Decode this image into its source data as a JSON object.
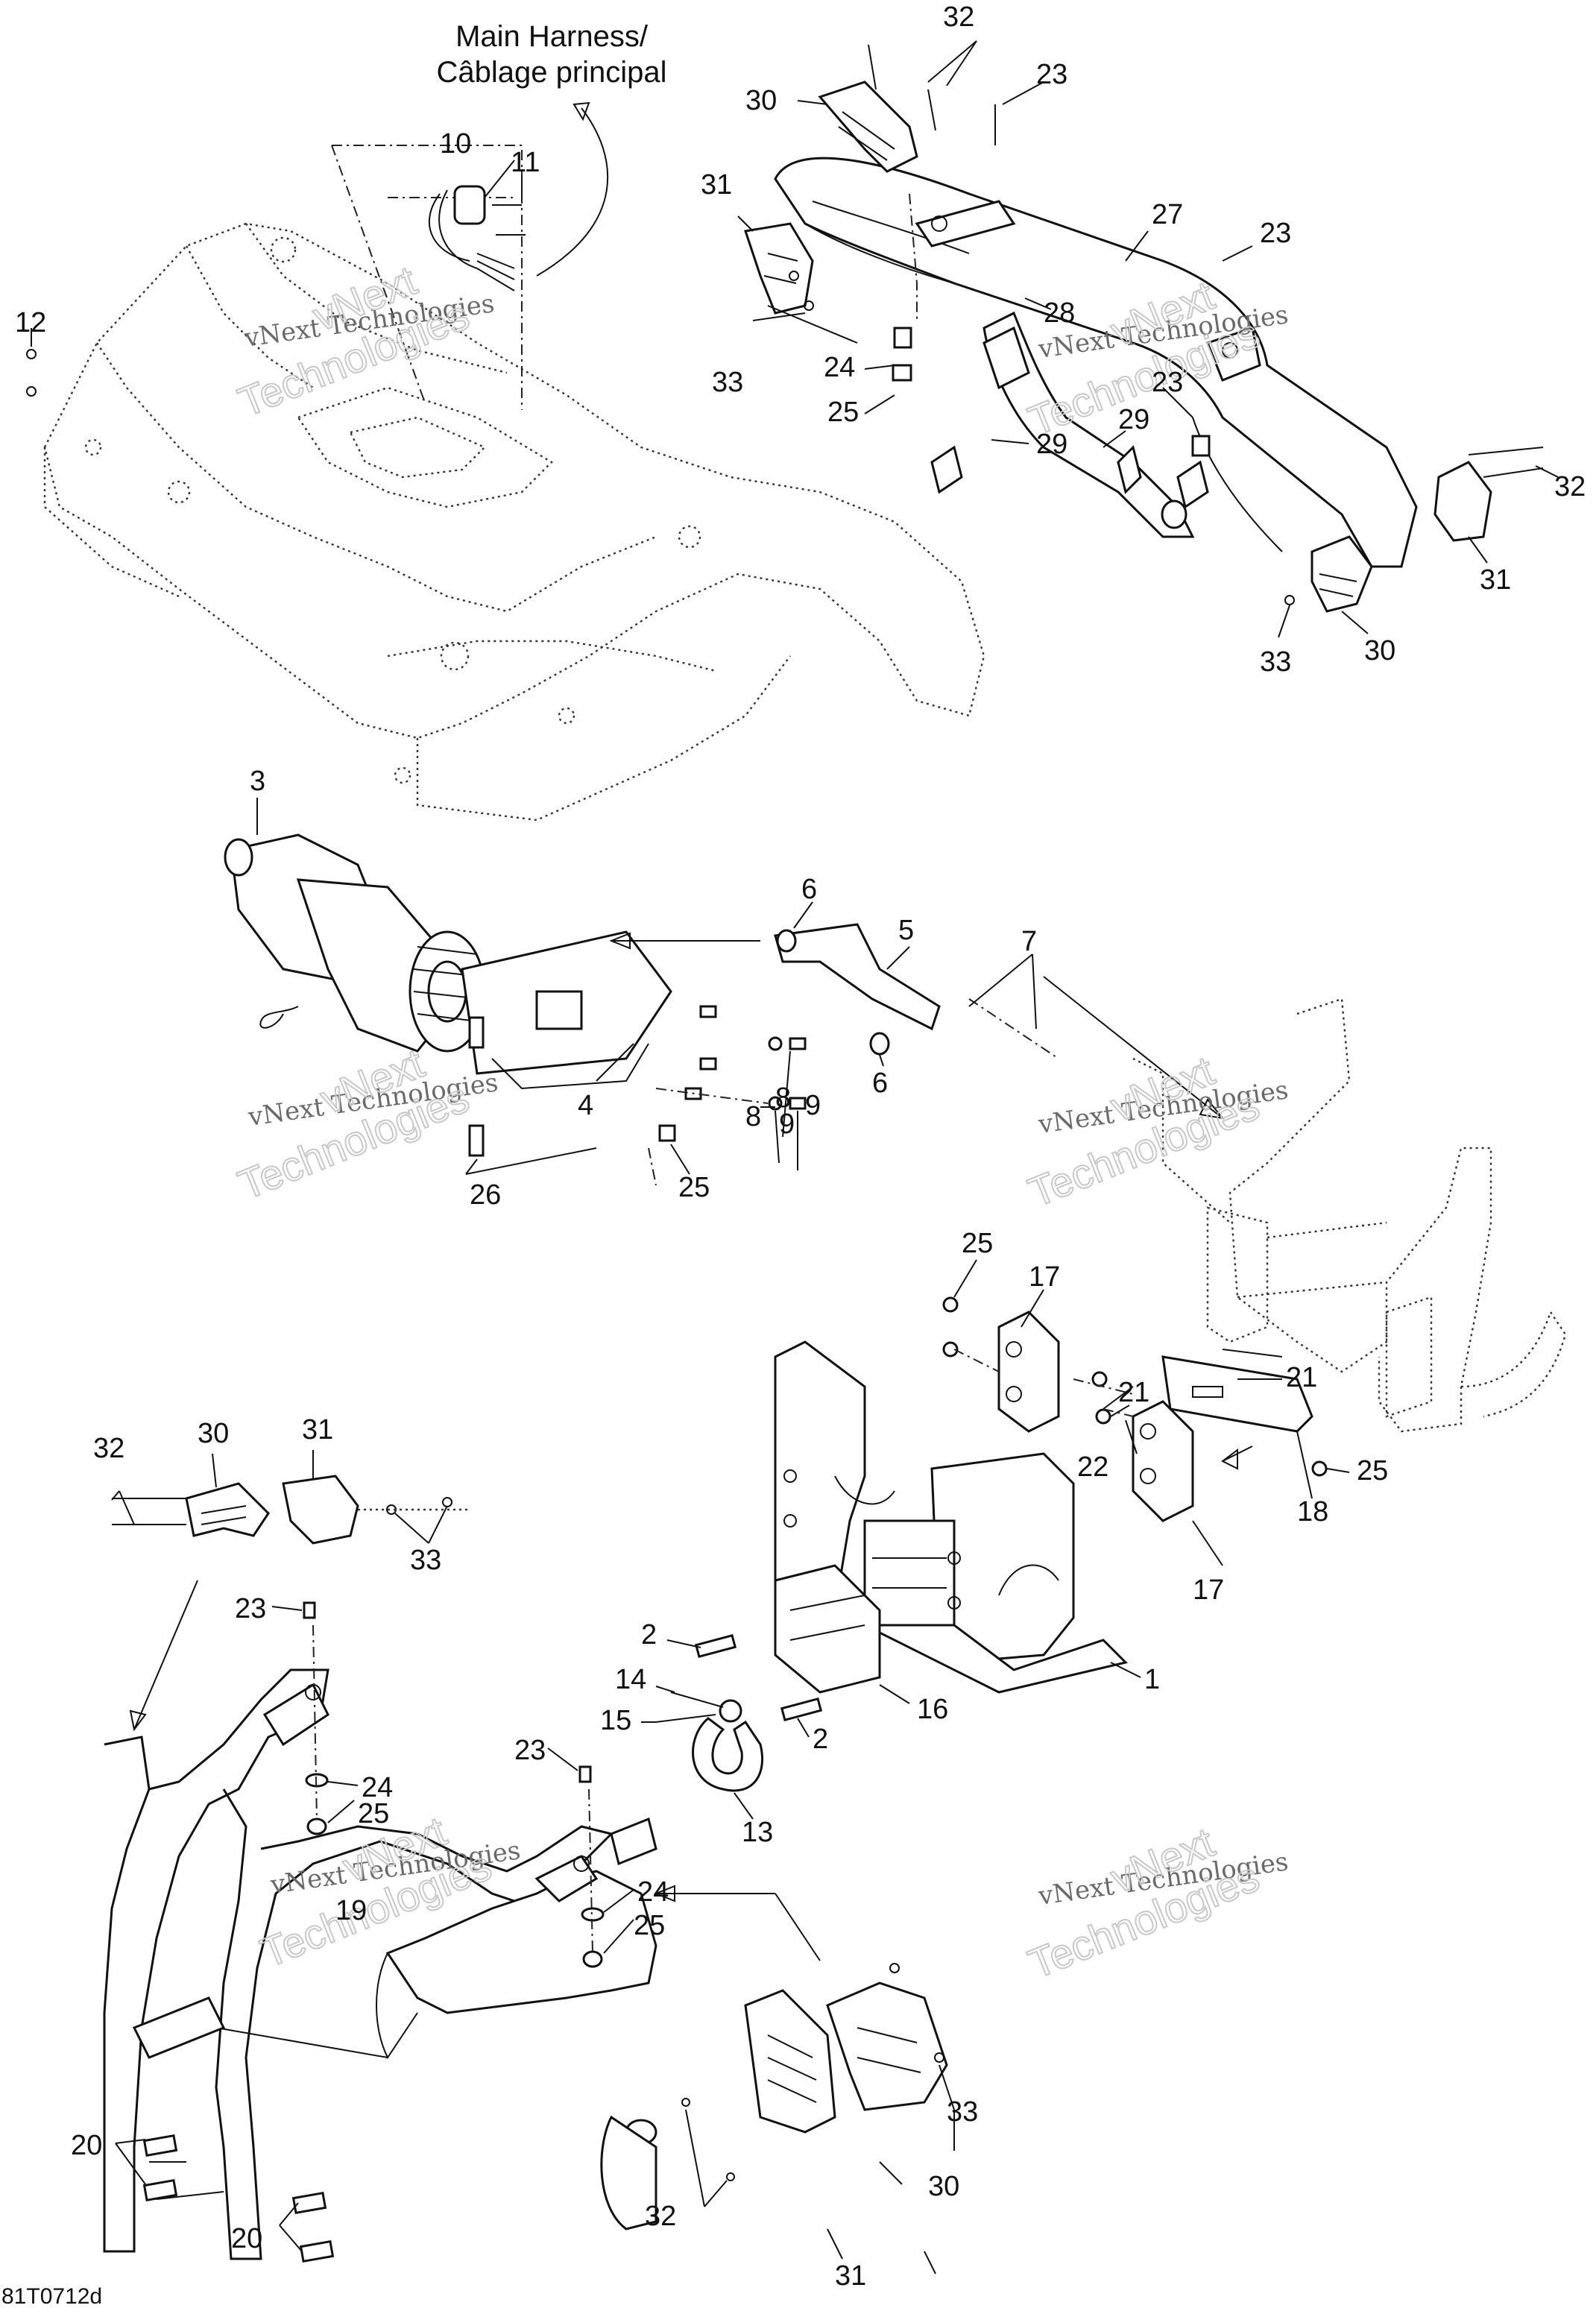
{
  "harness_label": [
    "Main Harness/",
    "Câblage principal"
  ],
  "watermark": [
    "vNext Technologies",
    "vNext",
    "Technologies"
  ],
  "drawing_code": "81T0712d",
  "callouts": {
    "c1": "1",
    "c2": "2",
    "c3": "3",
    "c4": "4",
    "c5": "5",
    "c6": "6",
    "c7": "7",
    "c8": "8",
    "c9": "9",
    "c10": "10",
    "c11": "11",
    "c12": "12",
    "c13": "13",
    "c14": "14",
    "c15": "15",
    "c16": "16",
    "c17": "17",
    "c18": "18",
    "c19": "19",
    "c20": "20",
    "c21": "21",
    "c22": "22",
    "c23": "23",
    "c24": "24",
    "c25": "25",
    "c26": "26",
    "c27": "27",
    "c28": "28",
    "c29": "29",
    "c30": "30",
    "c31": "31",
    "c32": "32",
    "c33": "33"
  }
}
